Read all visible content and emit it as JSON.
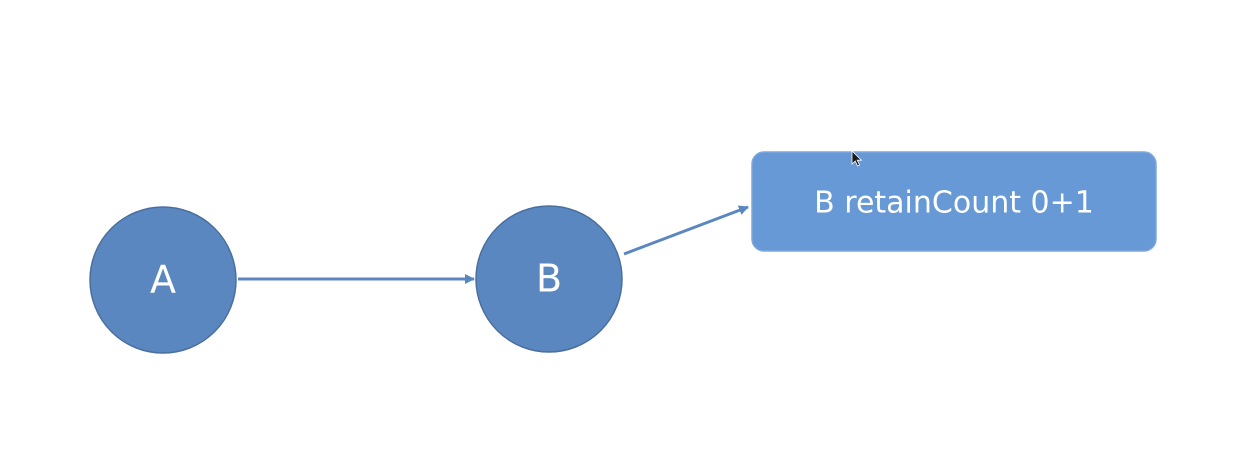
{
  "nodes": {
    "a": {
      "label": "A"
    },
    "b": {
      "label": "B"
    }
  },
  "box": {
    "label": "B retainCount 0+1"
  },
  "colors": {
    "node_fill": "#5b87c0",
    "node_stroke": "#4a6f9f",
    "box_fill": "#6699d6",
    "box_stroke": "#7fa8de",
    "arrow": "#5b87c0",
    "text": "#ffffff"
  },
  "icons": {
    "cursor": "mouse-pointer-icon"
  }
}
